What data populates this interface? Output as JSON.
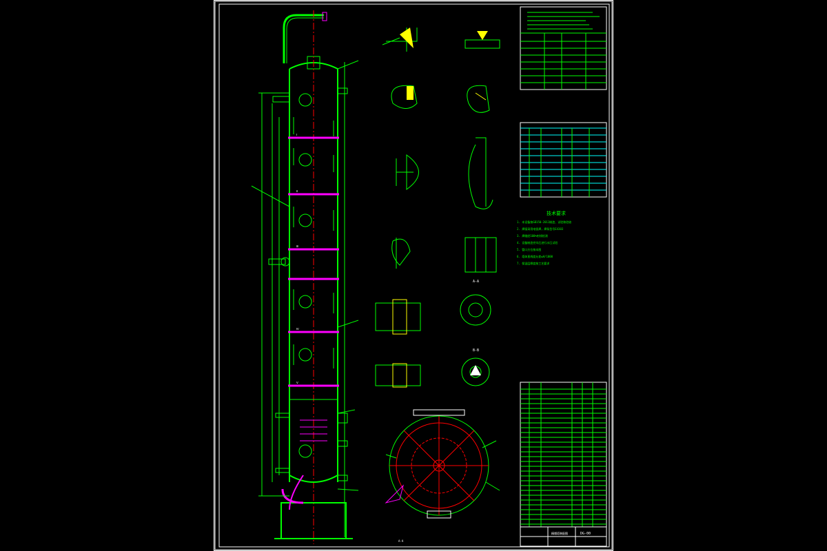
{
  "drawing": {
    "bottom_caption": "A-A",
    "section_labels": [
      "A-A",
      "B-B"
    ],
    "title_block": {
      "drawing_no": "DG-00",
      "sheet_title": "精馏塔装配图"
    },
    "tech_requirements_title": "技术要求",
    "tech_requirements_lines": [
      "1. 本设备按GB150-2011制造、试验和验收",
      "2. 焊接采用电弧焊，焊条型号E4303",
      "3. 焊缝经100%射线检测",
      "4. 设备制造完毕后进行水压试验",
      "5. 管口方位按本图",
      "6. 塔体直线度允差≤H/1000",
      "7. 保温层厚度按工艺要求"
    ],
    "colors": {
      "background": "#000000",
      "line": "#00ff00",
      "center_line": "#ff0000",
      "tray": "#ff00ff",
      "frame": "#ffffff",
      "table_highlight": "#00ffff",
      "accent": "#ffff00"
    }
  }
}
